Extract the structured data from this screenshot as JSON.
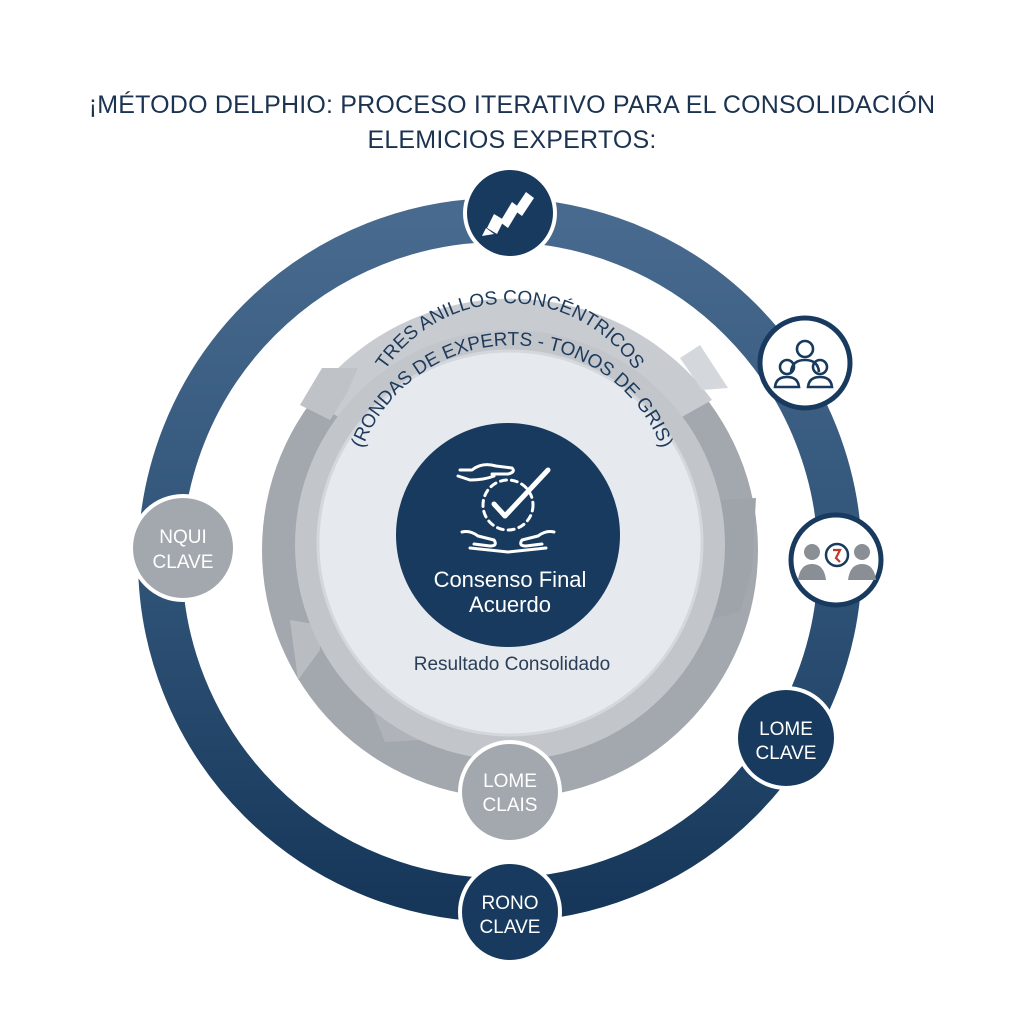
{
  "title": {
    "line1": "¡MÉTODO DELPHIO: PROCESO ITERATIVO PARA EL CONSOLIDACIÓN",
    "line2": "ELEMICIOS EXPERTOS:"
  },
  "arc_text": {
    "line1": "TRES ANILLOS CONCÉNTRICOS",
    "line2": "(RONDAS DE EXPERTS - TONOS DE GRIS)"
  },
  "center": {
    "line1": "Consenso Final",
    "line2": "Acuerdo",
    "result": "Resultado Consolidado",
    "icon": "hands-check-icon"
  },
  "nodes": {
    "top": {
      "icon": "pencil-icon"
    },
    "upper_right": {
      "icon": "people-group-icon"
    },
    "right": {
      "icon": "discussion-icon"
    },
    "lower_right": {
      "line1": "LOME",
      "line2": "CLAVE"
    },
    "bottom": {
      "line1": "RONO",
      "line2": "CLAVE"
    },
    "inner_bottom": {
      "line1": "LOME",
      "line2": "CLAIS"
    },
    "left": {
      "line1": "NQUI",
      "line2": "CLAVE"
    }
  },
  "colors": {
    "navy": "#173a5e",
    "steel": "#4e6f93",
    "gray_outer": "#a3a8ae",
    "gray_mid": "#c2c6cb",
    "gray_light": "#e6e9ed",
    "white": "#ffffff"
  }
}
